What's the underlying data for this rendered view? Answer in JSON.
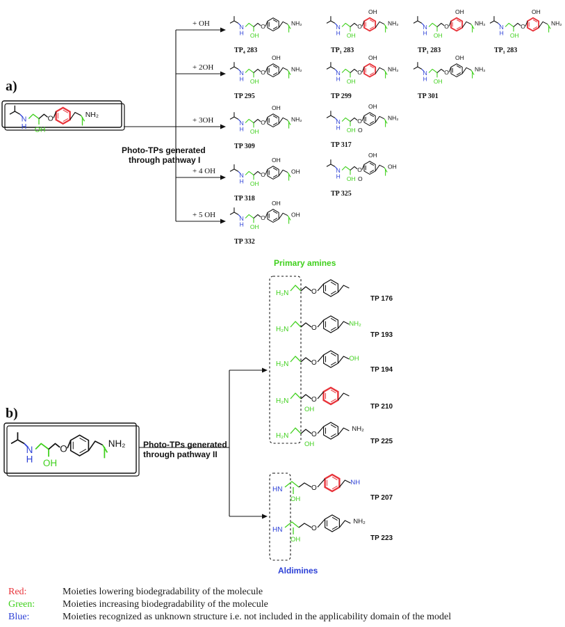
{
  "colors": {
    "red": "#e8333a",
    "green": "#3fd01c",
    "blue": "#2b3fd6",
    "black": "#111111"
  },
  "section_a": {
    "label": "a)",
    "pathway_caption_1": "Photo-TPs generated",
    "pathway_caption_2": "through pathway I",
    "branches": [
      {
        "label": "+ OH",
        "products": [
          "TP₄ 283",
          "TP₁ 283",
          "TP₁ 283",
          "TP₁ 283"
        ]
      },
      {
        "label": "+ 2OH",
        "products": [
          "TP 295",
          "TP 299",
          "TP 301"
        ]
      },
      {
        "label": "+ 3OH",
        "products": [
          "TP 309",
          "TP 317"
        ]
      },
      {
        "label": "+ 4 OH",
        "products": [
          "TP 318",
          "TP 325"
        ]
      },
      {
        "label": "+ 5 OH",
        "products": [
          "TP 332"
        ]
      }
    ]
  },
  "section_b": {
    "label": "b)",
    "pathway_caption_1": "Photo-TPs generated",
    "pathway_caption_2": "through pathway II",
    "group_primary": "Primary amines",
    "group_aldimines": "Aldimines",
    "primary_products": [
      "TP 176",
      "TP 193",
      "TP 194",
      "TP 210",
      "TP 225"
    ],
    "aldimine_products": [
      "TP 207",
      "TP 223"
    ]
  },
  "atoms": {
    "nh2": "NH₂",
    "oh": "OH",
    "o": "O",
    "h": "H",
    "n": "N",
    "hn": "HN",
    "h2n": "H₂N",
    "nh": "NH"
  },
  "legend": [
    {
      "key": "Red:",
      "text": "Moieties lowering biodegradability of the molecule",
      "color": "#e8333a"
    },
    {
      "key": "Green:",
      "text": "Moieties increasing biodegradability of the molecule",
      "color": "#3fd01c"
    },
    {
      "key": "Blue:",
      "text": "Moieties recognized as unknown structure i.e. not included in the applicability domain of the model",
      "color": "#2b3fd6"
    }
  ]
}
